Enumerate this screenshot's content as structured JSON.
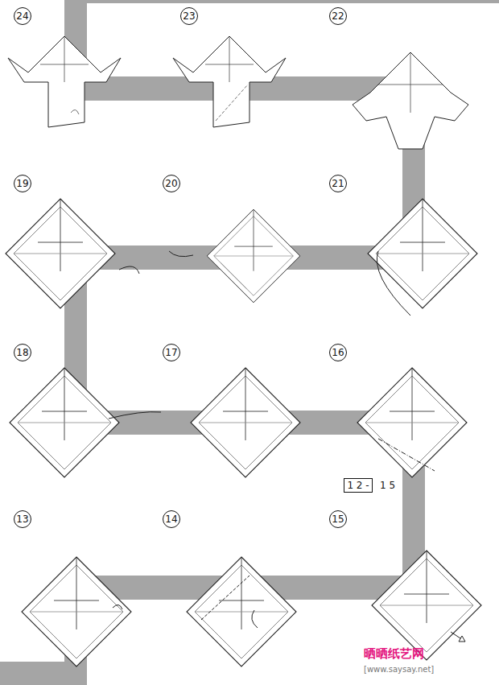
{
  "diagram": {
    "nodes": [
      {
        "text": [
          "24"
        ]
      },
      {
        "text": [
          "23"
        ]
      },
      {
        "text": [
          "22"
        ]
      },
      {
        "text": [
          "19"
        ]
      },
      {
        "text": [
          "20"
        ]
      },
      {
        "text": [
          "21"
        ]
      },
      {
        "text": [
          "18"
        ]
      },
      {
        "text": [
          "17"
        ]
      },
      {
        "text": [
          "16"
        ]
      },
      {
        "text": [
          "1 2 -"
        ]
      },
      {
        "text": [
          "13"
        ]
      },
      {
        "text": [
          "14"
        ]
      },
      {
        "text": [
          "15"
        ]
      }
    ],
    "labels": [
      "1 5",
      "晒晒纸艺网",
      "[www.saysay.net]"
    ]
  }
}
